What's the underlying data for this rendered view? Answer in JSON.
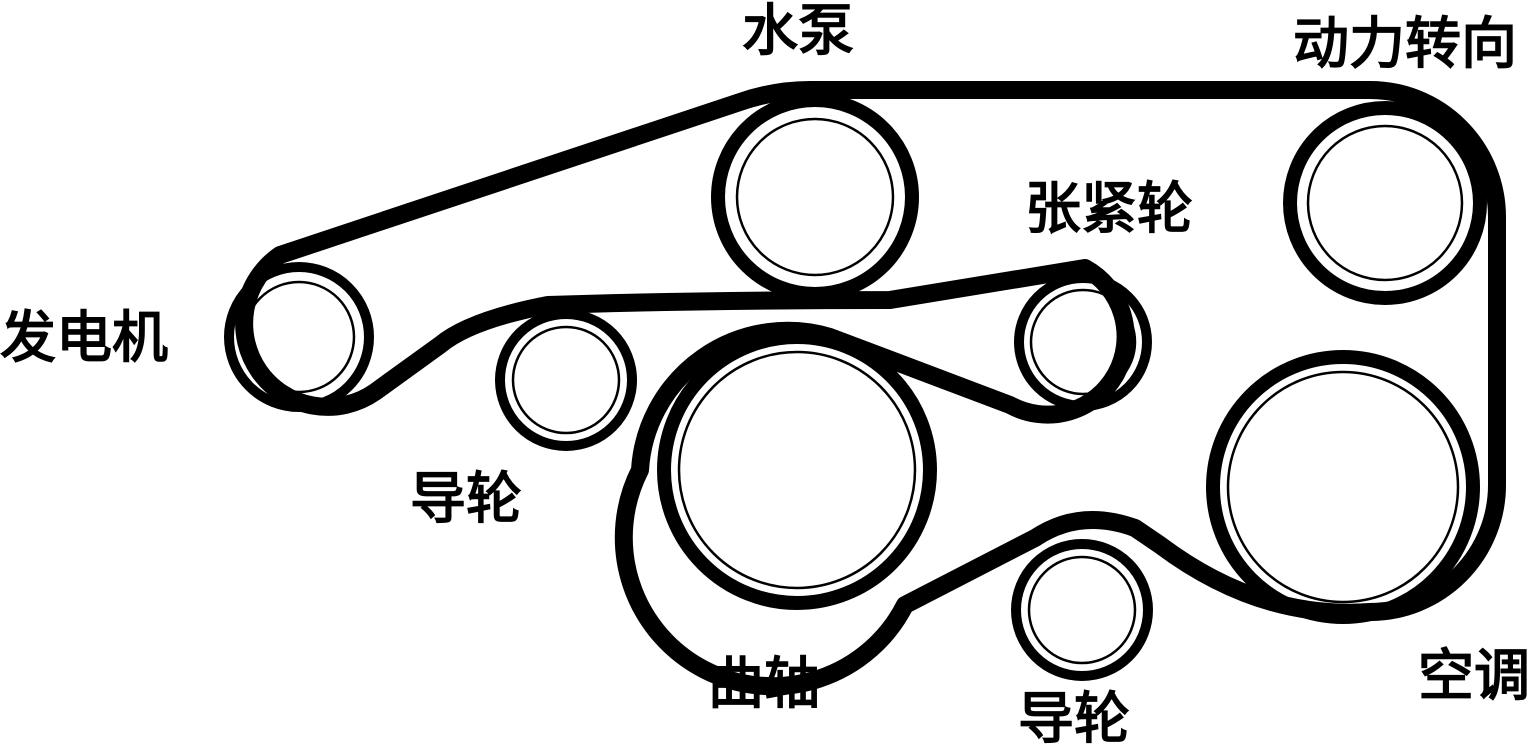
{
  "colors": {
    "belt": "#000000",
    "pulley_ring": "#000000",
    "background": "#ffffff"
  },
  "labels": {
    "water_pump": "水泵",
    "power_steering": "动力转向",
    "tensioner": "张紧轮",
    "alternator": "发电机",
    "idler_upper": "导轮",
    "crankshaft": "曲轴",
    "idler_lower": "导轮",
    "ac_compressor": "空调"
  }
}
